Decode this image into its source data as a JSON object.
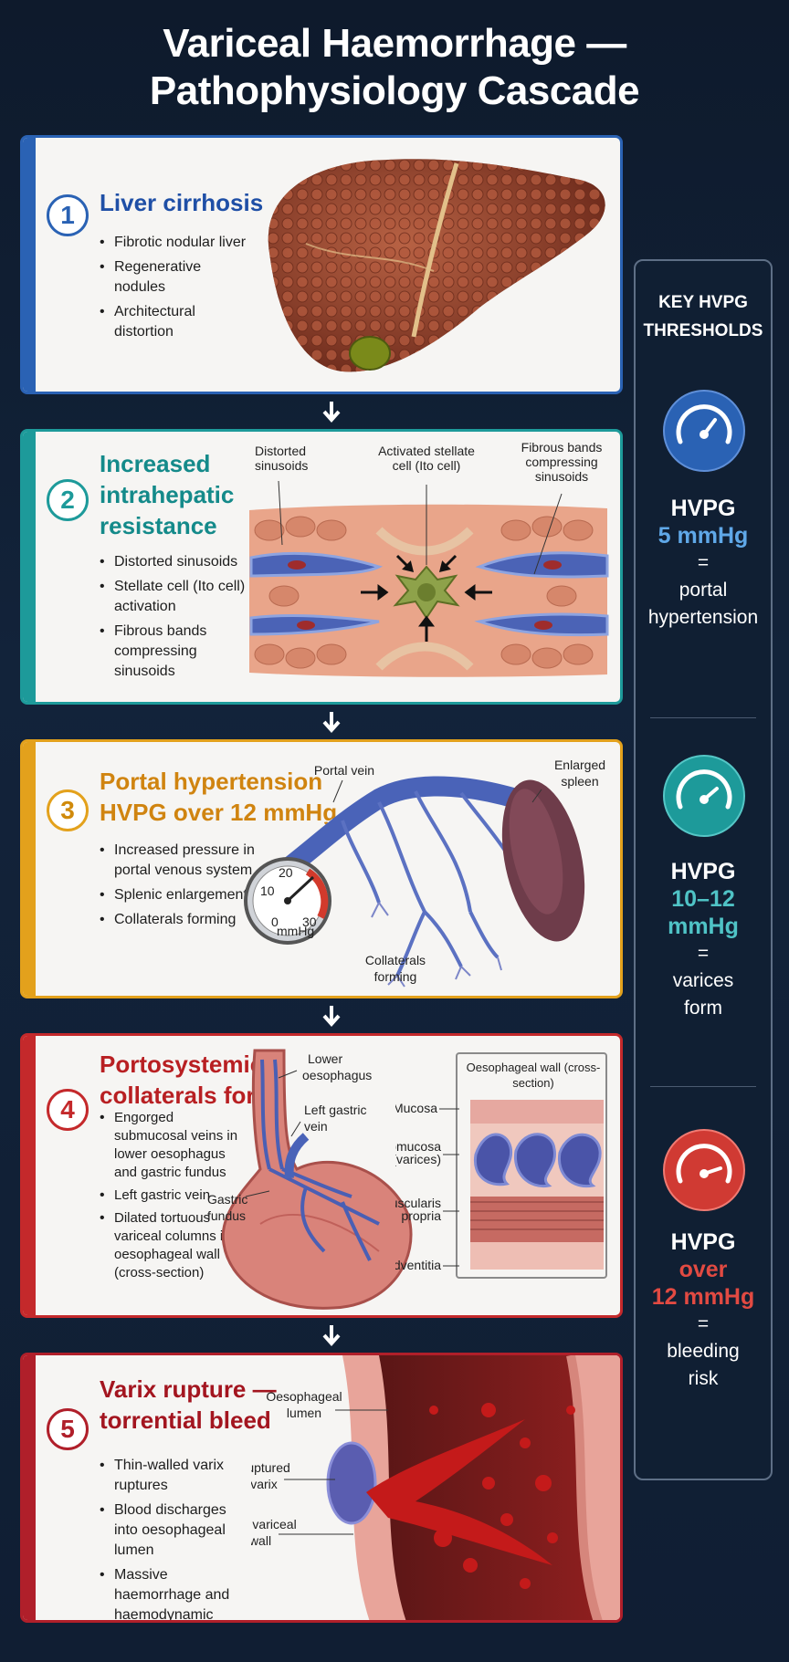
{
  "title": {
    "line1": "Variceal Haemorrhage —",
    "line2": "Pathophysiology Cascade"
  },
  "colors": {
    "step1": "#2a62b4",
    "step2": "#1d9a9a",
    "step3": "#e3a11c",
    "step4": "#c4292b",
    "step5": "#b01f2a",
    "gauge_blue": "#2a62b4",
    "gauge_teal": "#1d9a9a",
    "gauge_red": "#d03a33"
  },
  "steps": [
    {
      "number": "1",
      "title": [
        "Liver cirrhosis"
      ],
      "bullets": [
        "Fibrotic nodular liver",
        "Regenerative nodules",
        "Architectural distortion"
      ],
      "image_icon": "cirrhotic-liver-icon",
      "labels": []
    },
    {
      "number": "2",
      "title": [
        "Increased",
        "intrahepatic",
        "resistance"
      ],
      "bullets": [
        "Distorted sinusoids",
        "Stellate cell (Ito cell) activation",
        "Fibrous bands compressing sinusoids"
      ],
      "image_icon": "liver-tissue-icon",
      "labels": [
        "Distorted sinusoids",
        "Activated stellate cell (Ito cell)",
        "Fibrous bands compressing sinusoids"
      ]
    },
    {
      "number": "3",
      "title": [
        "Portal hypertension",
        "HVPG over 12 mmHg"
      ],
      "bullets": [
        "Increased pressure in portal venous system",
        "Splenic enlargement",
        "Collaterals forming"
      ],
      "image_icon": "portal-vein-gauge-icon",
      "labels": [
        "Portal vein",
        "Enlarged spleen",
        "Collaterals forming"
      ],
      "gauge_ticks": [
        "0",
        "10",
        "20",
        "30"
      ],
      "gauge_unit": "mmHg"
    },
    {
      "number": "4",
      "title": [
        "Portosystemic",
        "collaterals form"
      ],
      "bullets": [
        "Engorged submucosal veins in lower oesophagus and gastric fundus",
        "Left gastric vein",
        "Dilated tortuous variceal columns in oesophageal wall (cross-section)"
      ],
      "image_icon": "oesophagus-stomach-icon",
      "labels": [
        "Lower oesophagus",
        "Left gastric vein",
        "Gastric fundus"
      ],
      "inset_title": "Oesophageal wall (cross-section)",
      "inset_layers": [
        "Mucosa",
        "Submucosa (varices)",
        "Muscularis propria",
        "Adventitia"
      ]
    },
    {
      "number": "5",
      "title": [
        "Varix rupture —",
        "torrential bleed"
      ],
      "bullets": [
        "Thin-walled varix ruptures",
        "Blood discharges into oesophageal lumen",
        "Massive haemorrhage and haemodynamic instability"
      ],
      "image_icon": "varix-rupture-icon",
      "labels": [
        "Oesophageal lumen",
        "Ruptured varix",
        "Thin variceal wall"
      ]
    }
  ],
  "panel": {
    "title": [
      "KEY HVPG",
      "THRESHOLDS"
    ],
    "thresholds": [
      {
        "icon": "gauge-icon",
        "label": "HVPG",
        "value": "5 mmHg",
        "eq": "=",
        "meaning": [
          "portal",
          "hypertension"
        ],
        "value_color": "#5fa8e8"
      },
      {
        "icon": "gauge-icon",
        "label": "HVPG",
        "value": "10–12 mmHg",
        "eq": "=",
        "meaning": [
          "varices",
          "form"
        ],
        "value_color": "#4fc3c6"
      },
      {
        "icon": "gauge-icon",
        "label": "HVPG",
        "value": "over 12 mmHg",
        "eq": "=",
        "meaning": [
          "bleeding",
          "risk"
        ],
        "value_color": "#e24a42"
      }
    ]
  }
}
